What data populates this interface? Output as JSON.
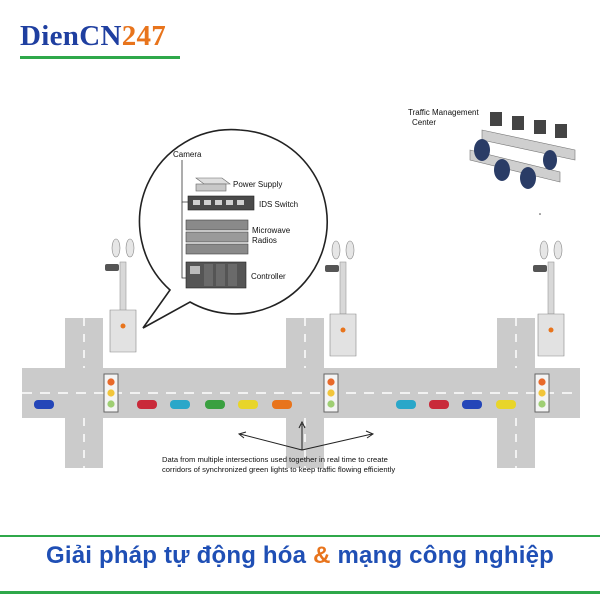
{
  "logo": {
    "part1": "DienCN",
    "part2": "247"
  },
  "callout": {
    "camera": "Camera",
    "power_supply": "Power Supply",
    "ids_switch": "IDS Switch",
    "microwave_line1": "Microwave",
    "microwave_line2": "Radios",
    "controller": "Controller"
  },
  "tmc": {
    "line1": "Traffic Management",
    "line2": "Center"
  },
  "caption": {
    "line1": "Data from multiple intersections used together in real time to create",
    "line2": "corridors of synchronized  green lights to keep traffic flowing efficiently"
  },
  "footer": {
    "part1": "Giải pháp tự động hóa ",
    "amp": "&",
    "part2": " mạng công nghiệp"
  },
  "colors": {
    "logo_blue": "#1f3fa0",
    "logo_orange": "#e8741c",
    "accent_green": "#2fa84a",
    "road": "#c9c9c9"
  }
}
